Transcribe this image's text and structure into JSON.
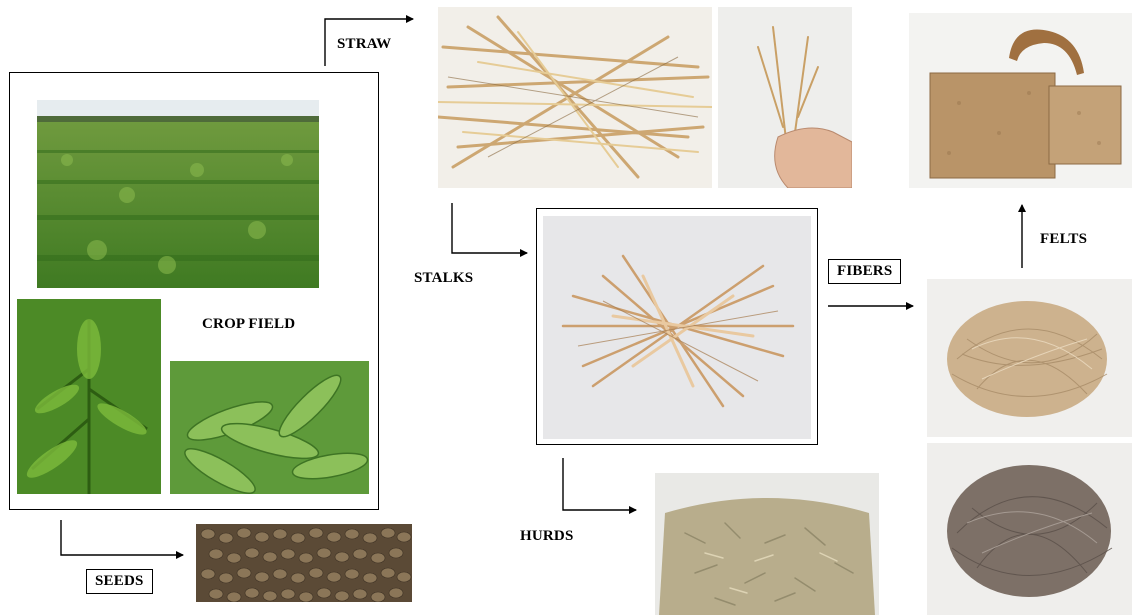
{
  "labels": {
    "crop_field": "CROP FIELD",
    "straw": "STRAW",
    "stalks": "STALKS",
    "fibers": "FIBERS",
    "felts": "FELTS",
    "hurds": "HURDS",
    "seeds": "SEEDS"
  },
  "colors": {
    "field_green": "#4f8a2e",
    "sky": "#dfe6ea",
    "straw": "#d4b07a",
    "fiber_light": "#cdb28e",
    "fiber_dark": "#7d7067",
    "seed": "#6b5a44",
    "felt": "#b08a5c"
  }
}
